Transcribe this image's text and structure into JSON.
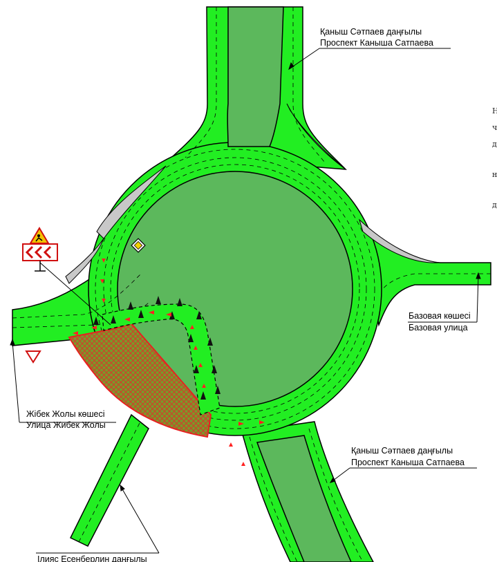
{
  "labels": {
    "satpaev_north_kz": "Қаныш Сәтпаев даңғылы",
    "satpaev_north_ru": "Проспект Каныша Сатпаева",
    "bazovaya_kz": "Базовая көшесі",
    "bazovaya_ru": "Базовая улица",
    "zhibek_kz": "Жібек Жолы көшесі",
    "zhibek_ru": "Улица Жибек Жолы",
    "satpaev_south_kz": "Қаныш Сәтпаев даңғылы",
    "satpaev_south_ru": "Проспект Каныша Сатпаева",
    "esenberlin_kz": "Ілияс Есенберлин даңғылы"
  },
  "edge_text": [
    "Н",
    "ч",
    "д",
    "н",
    "д"
  ],
  "colors": {
    "road": "#22ee22",
    "median": "#5cb85c",
    "island": "#c8c8c8",
    "closure": "#e82020",
    "arrow": "#ff2222"
  },
  "icons": {
    "roadworks": "roadworks-sign-icon",
    "chevron": "chevron-left-board-icon",
    "priority": "priority-road-diamond-icon",
    "yield": "yield-triangle-icon",
    "cone": "traffic-cone-icon"
  }
}
